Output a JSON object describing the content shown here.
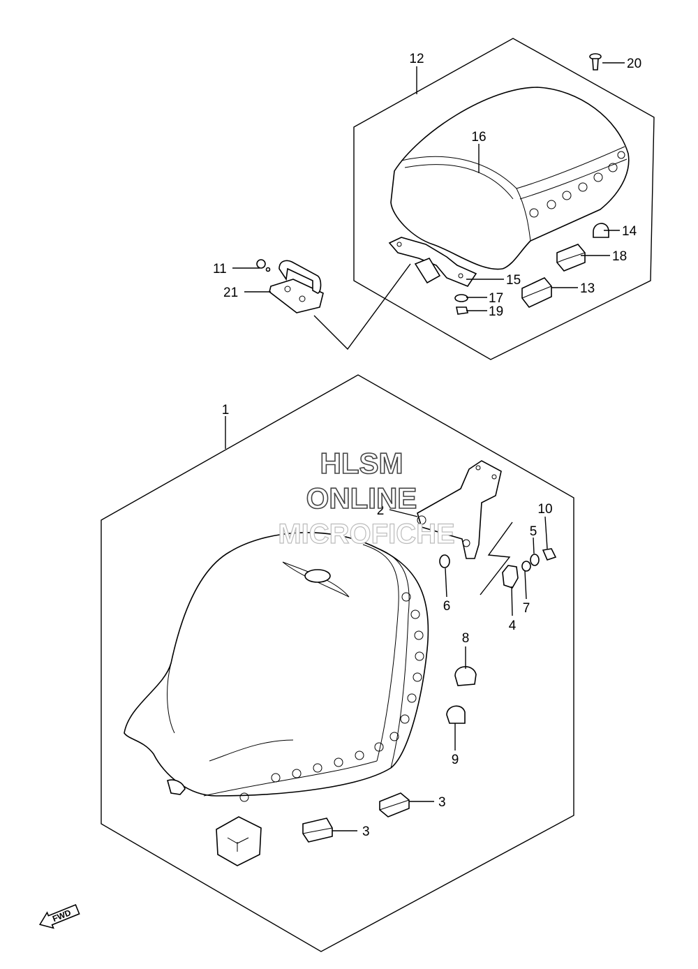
{
  "watermark": {
    "line1": "HLSM",
    "line2": "ONLINE",
    "line3": "MICROFICHE"
  },
  "fwd_label": "FWD",
  "callouts": {
    "c1": "1",
    "c2": "2",
    "c3a": "3",
    "c3b": "3",
    "c4": "4",
    "c5": "5",
    "c6": "6",
    "c7": "7",
    "c8": "8",
    "c9": "9",
    "c10": "10",
    "c11": "11",
    "c12": "12",
    "c13": "13",
    "c14": "14",
    "c15": "15",
    "c16": "16",
    "c17": "17",
    "c18": "18",
    "c19": "19",
    "c20": "20",
    "c21": "21"
  }
}
